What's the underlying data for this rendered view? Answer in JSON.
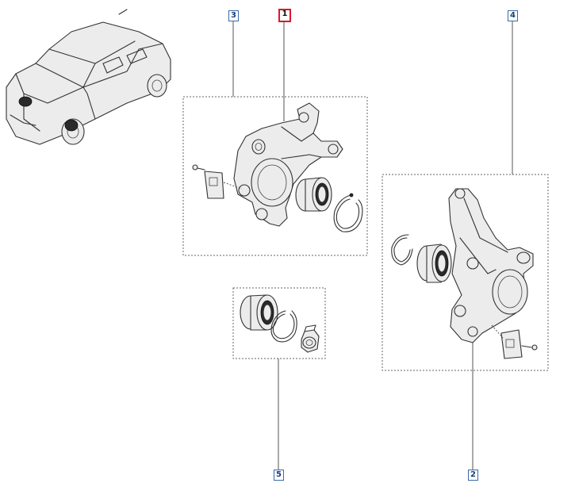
{
  "callouts": [
    {
      "id": "callout-1",
      "label": "1",
      "active": true
    },
    {
      "id": "callout-2",
      "label": "2",
      "active": false
    },
    {
      "id": "callout-3",
      "label": "3",
      "active": false
    },
    {
      "id": "callout-4",
      "label": "4",
      "active": false
    },
    {
      "id": "callout-5",
      "label": "5",
      "active": false
    }
  ],
  "colors": {
    "callout_border": "#3a6aa8",
    "active_border": "#d8192a",
    "line": "#333333"
  },
  "icons": {
    "vehicle": "car-icon"
  }
}
